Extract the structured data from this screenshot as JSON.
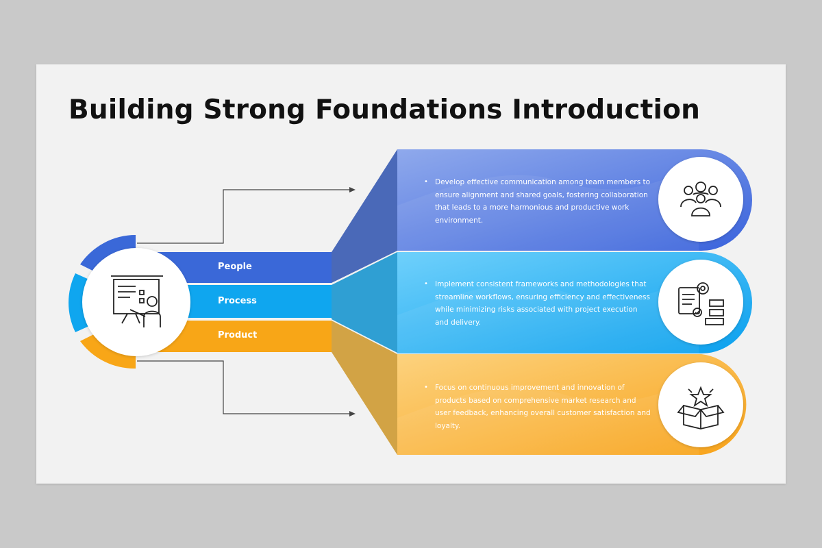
{
  "title": "Building Strong Foundations Introduction",
  "colors": {
    "background": "#c9c9c9",
    "slide": "#f2f2f2",
    "people": "#3a68d8",
    "process": "#0fa6ef",
    "product": "#f8a617"
  },
  "bands": [
    {
      "label": "People"
    },
    {
      "label": "Process"
    },
    {
      "label": "Product"
    }
  ],
  "cards": [
    {
      "text": "Develop effective communication among team members to ensure alignment and shared goals, fostering collaboration that leads to a more harmonious and productive work environment.",
      "icon": "team-group-icon"
    },
    {
      "text": "Implement consistent frameworks and methodologies that streamline workflows, ensuring efficiency and effectiveness while minimizing risks associated with project execution and delivery.",
      "icon": "workflow-process-icon"
    },
    {
      "text": "Focus on continuous improvement and innovation of products based on comprehensive market research and user feedback, enhancing overall customer satisfaction and loyalty.",
      "icon": "product-box-star-icon"
    }
  ],
  "center_icon": "presentation-board-icon"
}
